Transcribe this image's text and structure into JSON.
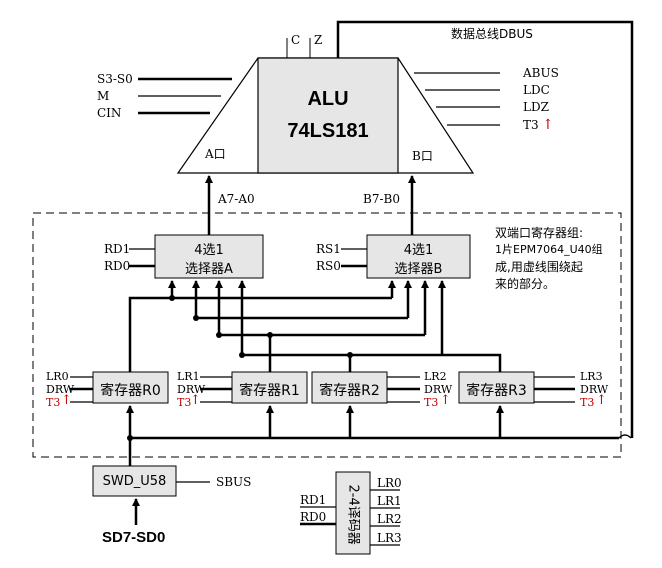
{
  "alu": {
    "name": "ALU",
    "chip": "74LS181",
    "port_a": "A口",
    "port_b": "B口",
    "flag_c": "C",
    "flag_z": "Z"
  },
  "alu_inputs": [
    "S3-S0",
    "M",
    "CIN"
  ],
  "alu_outputs": [
    "ABUS",
    "LDC",
    "LDZ",
    "T3"
  ],
  "bus_label": "数据总线DBUS",
  "path_labels": {
    "a": "A7-A0",
    "b": "B7-B0"
  },
  "muxA": {
    "title": "4选1",
    "name": "选择器A",
    "sel1": "RD1",
    "sel0": "RD0"
  },
  "muxB": {
    "title": "4选1",
    "name": "选择器B",
    "sel1": "RS1",
    "sel0": "RS0"
  },
  "note": [
    "双端口寄存器组:",
    "1片EPM7064_U40组",
    "成,用虚线围绕起",
    "来的部分。"
  ],
  "registers": [
    {
      "name": "寄存器R0",
      "lr": "LR0",
      "drw": "DRW",
      "t3": "T3"
    },
    {
      "name": "寄存器R1",
      "lr": "LR1",
      "drw": "DRW",
      "t3": "T3"
    },
    {
      "name": "寄存器R2",
      "lr": "LR2",
      "drw": "DRW",
      "t3": "T3"
    },
    {
      "name": "寄存器R3",
      "lr": "LR3",
      "drw": "DRW",
      "t3": "T3"
    }
  ],
  "swd": {
    "name": "SWD_U58",
    "sbus": "SBUS",
    "input": "SD7-SD0"
  },
  "decoder": {
    "name": "2-4译码器",
    "inputs": [
      "RD1",
      "RD0"
    ],
    "outputs": [
      "LR0",
      "LR1",
      "LR2",
      "LR3"
    ]
  },
  "arrow_glyph": "↑",
  "colors": {
    "accent": "#c00000",
    "box_fill": "#e6e6e6"
  }
}
